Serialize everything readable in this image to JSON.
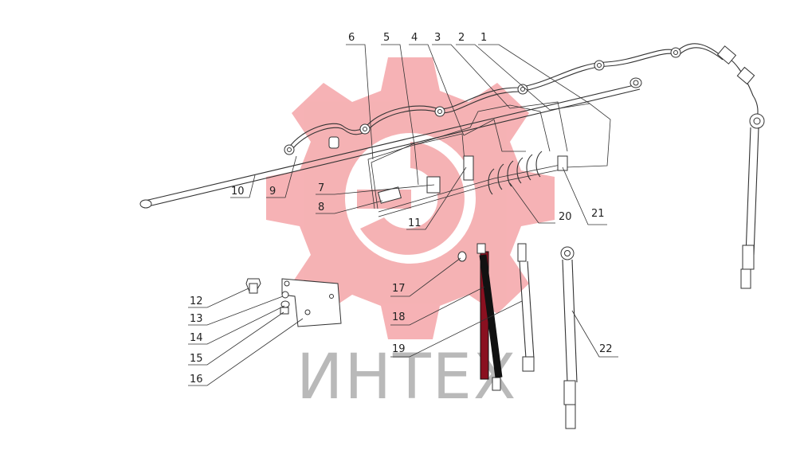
{
  "watermark": {
    "text": "ИНТЕХ",
    "gear_color": "#f4a5a8",
    "text_color": "#b9b9b9"
  },
  "callouts": [
    "1",
    "2",
    "3",
    "4",
    "5",
    "6",
    "7",
    "8",
    "9",
    "10",
    "11",
    "12",
    "13",
    "14",
    "15",
    "16",
    "17",
    "18",
    "19",
    "20",
    "21",
    "22"
  ],
  "colors": {
    "line": "#333333",
    "background": "#ffffff"
  }
}
